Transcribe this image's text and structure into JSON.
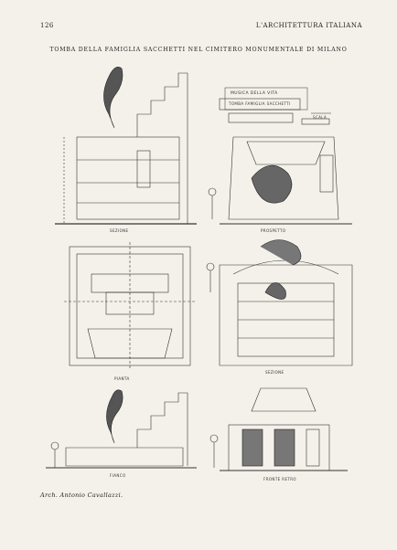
{
  "header": {
    "page_number": "126",
    "journal_title": "L'ARCHITETTURA ITALIANA"
  },
  "plate": {
    "title": "TOMBA DELLA FAMIGLIA SACCHETTI NEL CIMITERO MONUMENTALE DI MILANO",
    "credit": "Arch. Antonio Cavallazzi."
  },
  "drawings": {
    "d1_caption": "SEZIONE",
    "d2_caption": "PROSPETTO",
    "d3_caption": "PIANTA",
    "d4_caption": "SEZIONE",
    "d5_caption": "FIANCO",
    "d6_caption": "FRONTE RETRO",
    "legend_line1": "MUSICA DELLA VITA",
    "legend_line2": "TOMBA FAMIGLIA SACCHETTI",
    "scale_label": "SCALA"
  }
}
